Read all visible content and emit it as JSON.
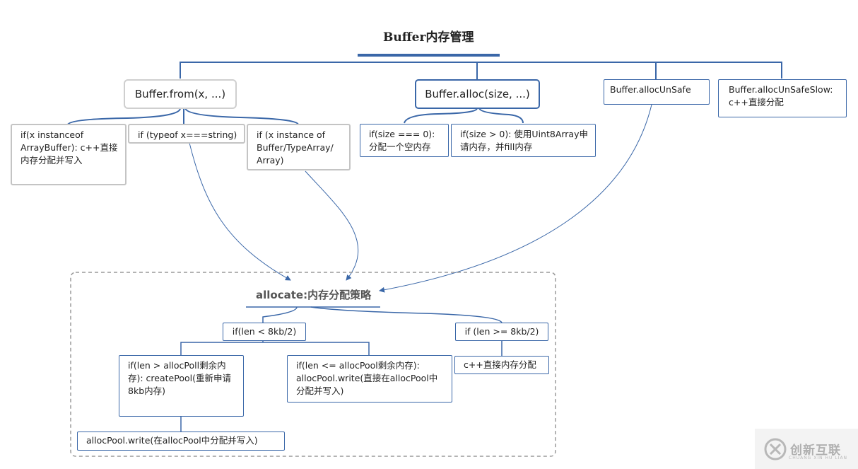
{
  "title": "Buffer内存管理",
  "nodes": {
    "from": "Buffer.from(x, ...)",
    "alloc": "Buffer.alloc(size, ...)",
    "allocUnsafe": "Buffer.allocUnSafe",
    "allocUnsafeSlow": "Buffer.allocUnSafeSlow: c++直接分配",
    "from_arraybuffer": "if(x instanceof ArrayBuffer): c++直接内存分配并写入",
    "from_string": "if (typeof x===string)",
    "from_typed": "if (x instance of Buffer/TypeArray/ Array)",
    "alloc_zero": "if(size === 0): 分配一个空内存",
    "alloc_positive": "if(size > 0): 使用Uint8Array申请内存，并fill内存"
  },
  "allocate": {
    "title": "allocate:内存分配策略",
    "small": "if(len < 8kb/2)",
    "large": "if (len >= 8kb/2)",
    "large_action": "c++直接内存分配",
    "pool_insufficient": "if(len > allocPoll剩余内存): createPool(重新申请8kb内存)",
    "pool_sufficient": "if(len <= allocPool剩余内存): allocPool.write(直接在allocPool中分配并写入)",
    "pool_write": "allocPool.write(在allocPool中分配并写入)"
  },
  "watermark": {
    "text": "创新互联",
    "sub": "CHUANG XIN HU LIAN"
  },
  "colors": {
    "accent": "#3a67a8",
    "gray_border": "#c4c4c4",
    "dashed_border": "#9a9a9a"
  }
}
